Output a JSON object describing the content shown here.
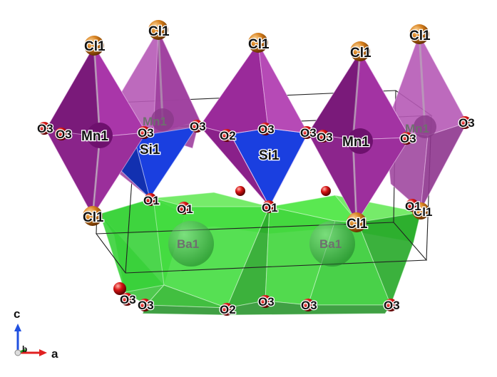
{
  "labels": {
    "cl1": "Cl1",
    "mn1": "Mn1",
    "si1": "Si1",
    "ba1": "Ba1",
    "o1": "O1",
    "o2": "O2",
    "o3": "O3"
  },
  "axes": {
    "c": "c",
    "b": "b",
    "a": "a"
  },
  "colors": {
    "mn_polyhedron": "#9a1f9a",
    "si_polyhedron": "#1a3fe0",
    "ba_polyhedron": "#35d12e",
    "cl_atom": "#c86f10",
    "o_atom": "#d61414",
    "axis_a": "#e02020",
    "axis_b": "#20a020",
    "axis_c": "#2050e0"
  }
}
